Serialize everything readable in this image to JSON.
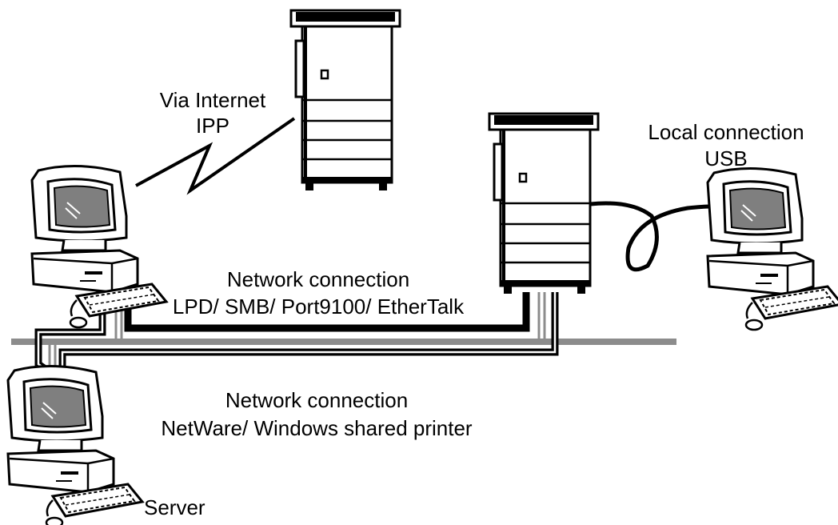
{
  "labels": {
    "internet_line1": "Via Internet",
    "internet_line2": "IPP",
    "local_line1": "Local connection",
    "local_line2": "USB",
    "net1_line1": "Network connection",
    "net1_line2": "LPD/ SMB/ Port9100/ EtherTalk",
    "net2_line1": "Network connection",
    "net2_line2": "NetWare/ Windows shared printer",
    "server": "Server"
  },
  "colors": {
    "line": "#000000",
    "network_backbone": "#8c8c8c",
    "screen": "#7f7f7f",
    "face": "#ffffff"
  },
  "icons": {
    "printer": "printer-icon",
    "computer": "computer-icon"
  }
}
